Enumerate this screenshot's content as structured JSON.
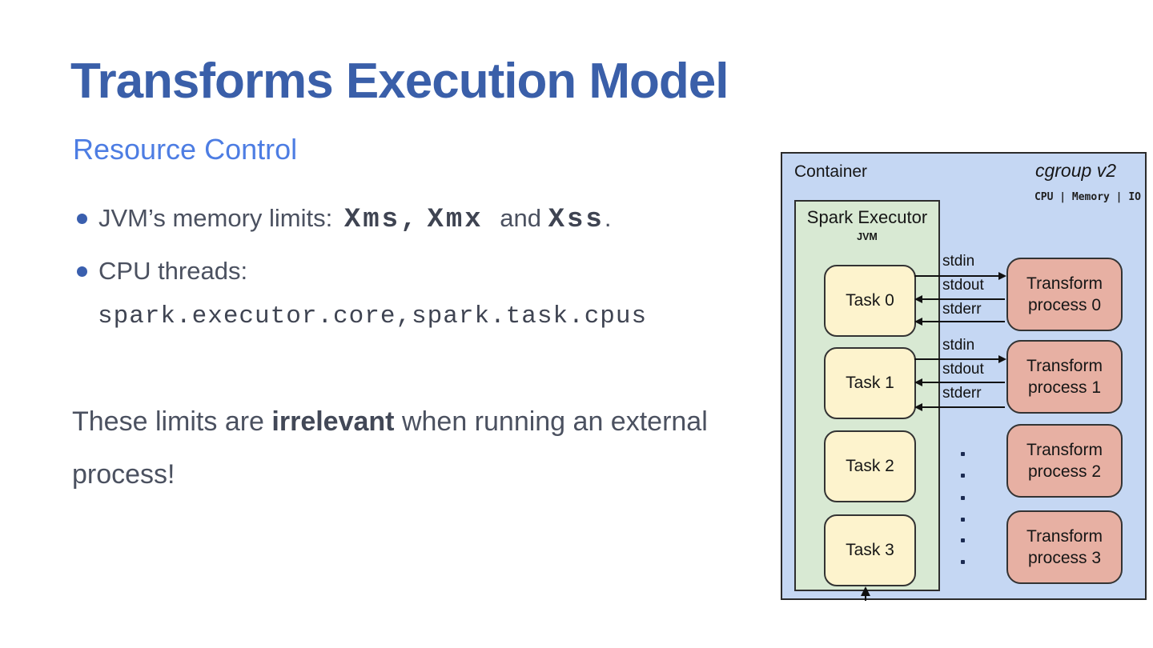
{
  "slide": {
    "title": "Transforms Execution Model",
    "subtitle": "Resource Control",
    "bullet1": {
      "prefix": "JVM’s memory limits: ",
      "code1": "Xms,",
      "code2": "Xmx",
      "mid": " and ",
      "code3": "Xss",
      "suffix": "."
    },
    "bullet2": {
      "label": "CPU threads:",
      "code": "spark.executor.core,spark.task.cpus"
    },
    "note": {
      "pre": "These limits are ",
      "bold": "irrelevant",
      "post": " when running an external process!"
    }
  },
  "diagram": {
    "container_label": "Container",
    "cgroup_label": "cgroup v2",
    "cgroup_sub": "CPU | Memory | IO",
    "executor_label": "Spark Executor",
    "executor_sub": "JVM",
    "tasks": [
      "Task 0",
      "Task 1",
      "Task 2",
      "Task 3"
    ],
    "processes": [
      "Transform process 0",
      "Transform process 1",
      "Transform process 2",
      "Transform process 3"
    ],
    "streams": [
      "stdin",
      "stdout",
      "stderr"
    ],
    "colors": {
      "container_bg": "#c5d7f3",
      "executor_bg": "#d8e9d3",
      "task_bg": "#fdf3cd",
      "process_bg": "#e7b0a3",
      "title_blue": "#3a5fa9",
      "subtitle_blue": "#4d7de3",
      "body_text": "#4b5160"
    }
  }
}
